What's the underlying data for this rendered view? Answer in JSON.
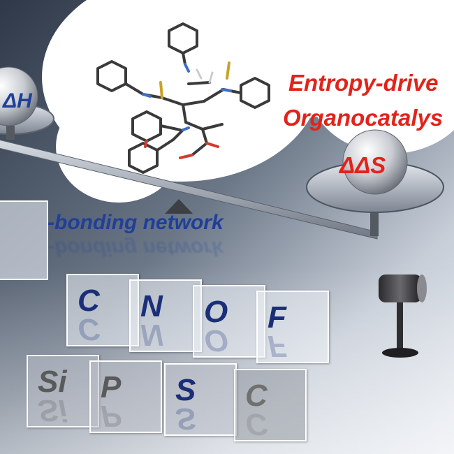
{
  "title": {
    "line1": "Entropy-drive",
    "line2": "Organocatalys"
  },
  "labels": {
    "enthalpy": "ΔH",
    "entropy": "ΔΔS",
    "network": "-bonding network"
  },
  "periodic_tiles": {
    "row1": [
      "C",
      "N",
      "O",
      "F"
    ],
    "row2": [
      "Si",
      "P",
      "S",
      "C"
    ]
  },
  "colors": {
    "title_red": "#e2231a",
    "text_blue": "#1f3f98",
    "symbol_navy": "#1a2f78",
    "background_dark": "#3b4656",
    "cloud": "#ffffff"
  },
  "icons": [
    "balance-beam",
    "fulcrum",
    "scale-pan",
    "sphere",
    "molecule-structure",
    "stand"
  ]
}
